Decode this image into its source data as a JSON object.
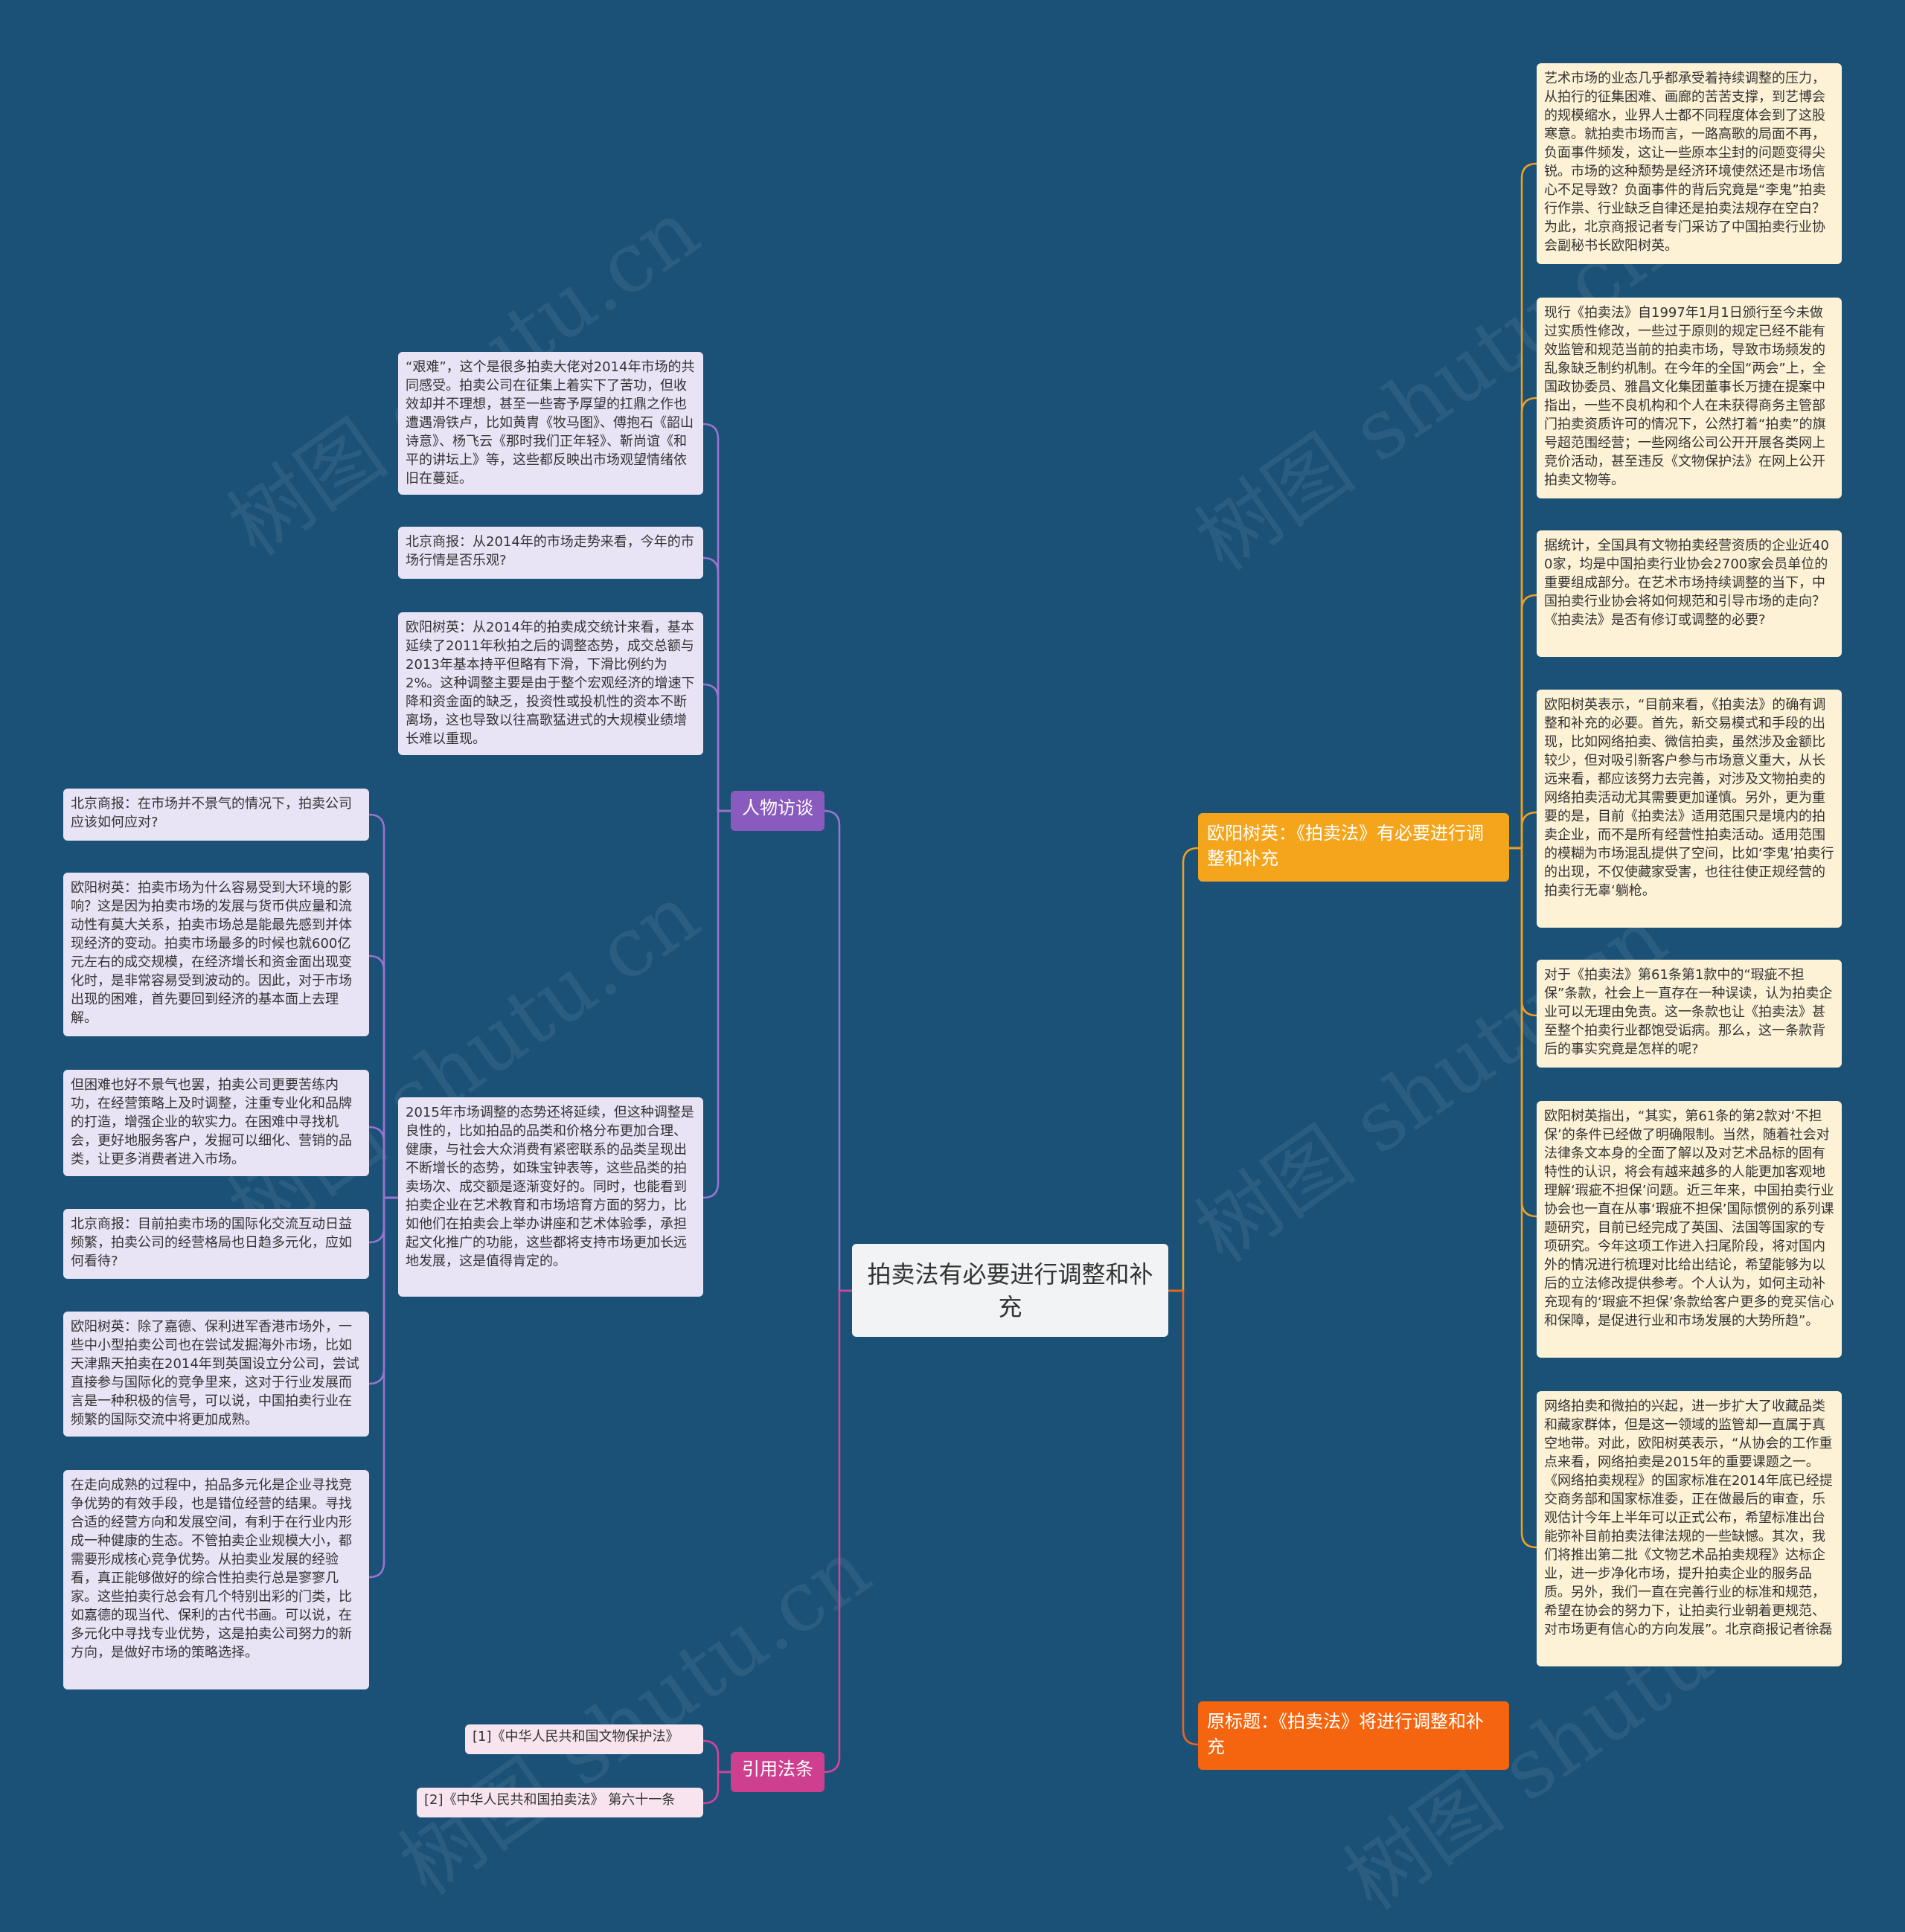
{
  "root": {
    "label": "拍卖法有必要进行调整和补充"
  },
  "branches": {
    "interview": "人物访谈",
    "citation": "引用法条",
    "ouyang": "欧阳树英：《拍卖法》有必要进行调整和补充",
    "original": "原标题：《拍卖法》将进行调整和补充"
  },
  "interview_items": [
    "“艰难”，这个是很多拍卖大佬对2014年市场的共同感受。拍卖公司在征集上着实下了苦功，但收效却并不理想，甚至一些寄予厚望的扛鼎之作也遭遇滑铁卢，比如黄胄《牧马图》、傅抱石《韶山诗意》、杨飞云《那时我们正年轻》、靳尚谊《和平的讲坛上》等，这些都反映出市场观望情绪依旧在蔓延。",
    "北京商报：从2014年的市场走势来看，今年的市场行情是否乐观?",
    "欧阳树英：从2014年的拍卖成交统计来看，基本延续了2011年秋拍之后的调整态势，成交总额与2013年基本持平但略有下滑，下滑比例约为2%。这种调整主要是由于整个宏观经济的增速下降和资金面的缺乏，投资性或投机性的资本不断离场，这也导致以往高歌猛进式的大规模业绩增长难以重现。",
    "2015年市场调整的态势还将延续，但这种调整是良性的，比如拍品的品类和价格分布更加合理、健康，与社会大众消费有紧密联系的品类呈现出不断增长的态势，如珠宝钟表等，这些品类的拍卖场次、成交额是逐渐变好的。同时，也能看到拍卖企业在艺术教育和市场培育方面的努力，比如他们在拍卖会上举办讲座和艺术体验季，承担起文化推广的功能，这些都将支持市场更加长远地发展，这是值得肯定的。"
  ],
  "sub_items": [
    "北京商报：在市场并不景气的情况下，拍卖公司应该如何应对?",
    "欧阳树英：拍卖市场为什么容易受到大环境的影响？这是因为拍卖市场的发展与货币供应量和流动性有莫大关系，拍卖市场总是能最先感到并体现经济的变动。拍卖市场最多的时候也就600亿元左右的成交规模，在经济增长和资金面出现变化时，是非常容易受到波动的。因此，对于市场出现的困难，首先要回到经济的基本面上去理解。",
    "但困难也好不景气也罢，拍卖公司更要苦练内功，在经营策略上及时调整，注重专业化和品牌的打造，增强企业的软实力。在困难中寻找机会，更好地服务客户，发掘可以细化、营销的品类，让更多消费者进入市场。",
    "北京商报：目前拍卖市场的国际化交流互动日益频繁，拍卖公司的经营格局也日趋多元化，应如何看待?",
    "欧阳树英：除了嘉德、保利进军香港市场外，一些中小型拍卖公司也在尝试发掘海外市场，比如天津鼎天拍卖在2014年到英国设立分公司，尝试直接参与国际化的竞争里来，这对于行业发展而言是一种积极的信号，可以说，中国拍卖行业在频繁的国际交流中将更加成熟。",
    "在走向成熟的过程中，拍品多元化是企业寻找竞争优势的有效手段，也是错位经营的结果。寻找合适的经营方向和发展空间，有利于在行业内形成一种健康的生态。不管拍卖企业规模大小，都需要形成核心竞争优势。从拍卖业发展的经验看，真正能够做好的综合性拍卖行总是寥寥几家。这些拍卖行总会有几个特别出彩的门类，比如嘉德的现当代、保利的古代书画。可以说，在多元化中寻找专业优势，这是拍卖公司努力的新方向，是做好市场的策略选择。"
  ],
  "citation_items": [
    "[1]《中华人民共和国文物保护法》",
    "[2]《中华人民共和国拍卖法》 第六十一条"
  ],
  "ouyang_items": [
    "艺术市场的业态几乎都承受着持续调整的压力，从拍行的征集困难、画廊的苦苦支撑，到艺博会的规模缩水，业界人士都不同程度体会到了这股寒意。就拍卖市场而言，一路高歌的局面不再，负面事件频发，这让一些原本尘封的问题变得尖锐。市场的这种颓势是经济环境使然还是市场信心不足导致？负面事件的背后究竟是“李鬼”拍卖行作祟、行业缺乏自律还是拍卖法规存在空白？为此，北京商报记者专门采访了中国拍卖行业协会副秘书长欧阳树英。",
    "现行《拍卖法》自1997年1月1日颁行至今未做过实质性修改，一些过于原则的规定已经不能有效监管和规范当前的拍卖市场，导致市场频发的乱象缺乏制约机制。在今年的全国“两会”上，全国政协委员、雅昌文化集团董事长万捷在提案中指出，一些不良机构和个人在未获得商务主管部门拍卖资质许可的情况下，公然打着“拍卖”的旗号超范围经营；一些网络公司公开开展各类网上竞价活动，甚至违反《文物保护法》在网上公开拍卖文物等。",
    "据统计，全国具有文物拍卖经营资质的企业近400家，均是中国拍卖行业协会2700家会员单位的重要组成部分。在艺术市场持续调整的当下，中国拍卖行业协会将如何规范和引导市场的走向？《拍卖法》是否有修订或调整的必要?",
    "欧阳树英表示，“目前来看，《拍卖法》的确有调整和补充的必要。首先，新交易模式和手段的出现，比如网络拍卖、微信拍卖，虽然涉及金额比较少，但对吸引新客户参与市场意义重大，从长远来看，都应该努力去完善，对涉及文物拍卖的网络拍卖活动尤其需要更加谨慎。另外，更为重要的是，目前《拍卖法》适用范围只是境内的拍卖企业，而不是所有经营性拍卖活动。适用范围的模糊为市场混乱提供了空间，比如‘李鬼’拍卖行的出现，不仅使藏家受害，也往往使正规经营的拍卖行无辜‘躺枪。",
    "对于《拍卖法》第61条第1款中的“瑕疵不担保”条款，社会上一直存在一种误读，认为拍卖企业可以无理由免责。这一条款也让《拍卖法》甚至整个拍卖行业都饱受诟病。那么，这一条款背后的事实究竟是怎样的呢?",
    "欧阳树英指出，“其实，第61条的第2款对‘不担保’的条件已经做了明确限制。当然，随着社会对法律条文本身的全面了解以及对艺术品标的固有特性的认识，将会有越来越多的人能更加客观地理解‘瑕疵不担保’问题。近三年来，中国拍卖行业协会也一直在从事‘瑕疵不担保’国际惯例的系列课题研究，目前已经完成了英国、法国等国家的专项研究。今年这项工作进入扫尾阶段，将对国内外的情况进行梳理对比给出结论，希望能够为以后的立法修改提供参考。个人认为，如何主动补充现有的‘瑕疵不担保’条款给客户更多的竞买信心和保障，是促进行业和市场发展的大势所趋”。",
    "网络拍卖和微拍的兴起，进一步扩大了收藏品类和藏家群体，但是这一领域的监管却一直属于真空地带。对此，欧阳树英表示，“从协会的工作重点来看，网络拍卖是2015年的重要课题之一。《网络拍卖规程》的国家标准在2014年底已经提交商务部和国家标准委，正在做最后的审查，乐观估计今年上半年可以正式公布，希望标准出台能弥补目前拍卖法律法规的一些缺憾。其次，我们将推出第二批《文物艺术品拍卖规程》达标企业，进一步净化市场，提升拍卖企业的服务品质。另外，我们一直在完善行业的标准和规范，希望在协会的努力下，让拍卖行业朝着更规范、对市场更有信心的方向发展”。北京商报记者徐磊"
  ],
  "watermark": "树图 shutu.cn",
  "colors": {
    "background": "#1b5177",
    "purple": "#8a5bbf",
    "pink": "#cf3f8f",
    "orange": "#f5a51c",
    "orange_dark": "#f5650f",
    "line_purple": "#9a74d0",
    "line_pink": "#d9439a",
    "line_orange": "#f0a020",
    "line_red": "#f0651a"
  }
}
